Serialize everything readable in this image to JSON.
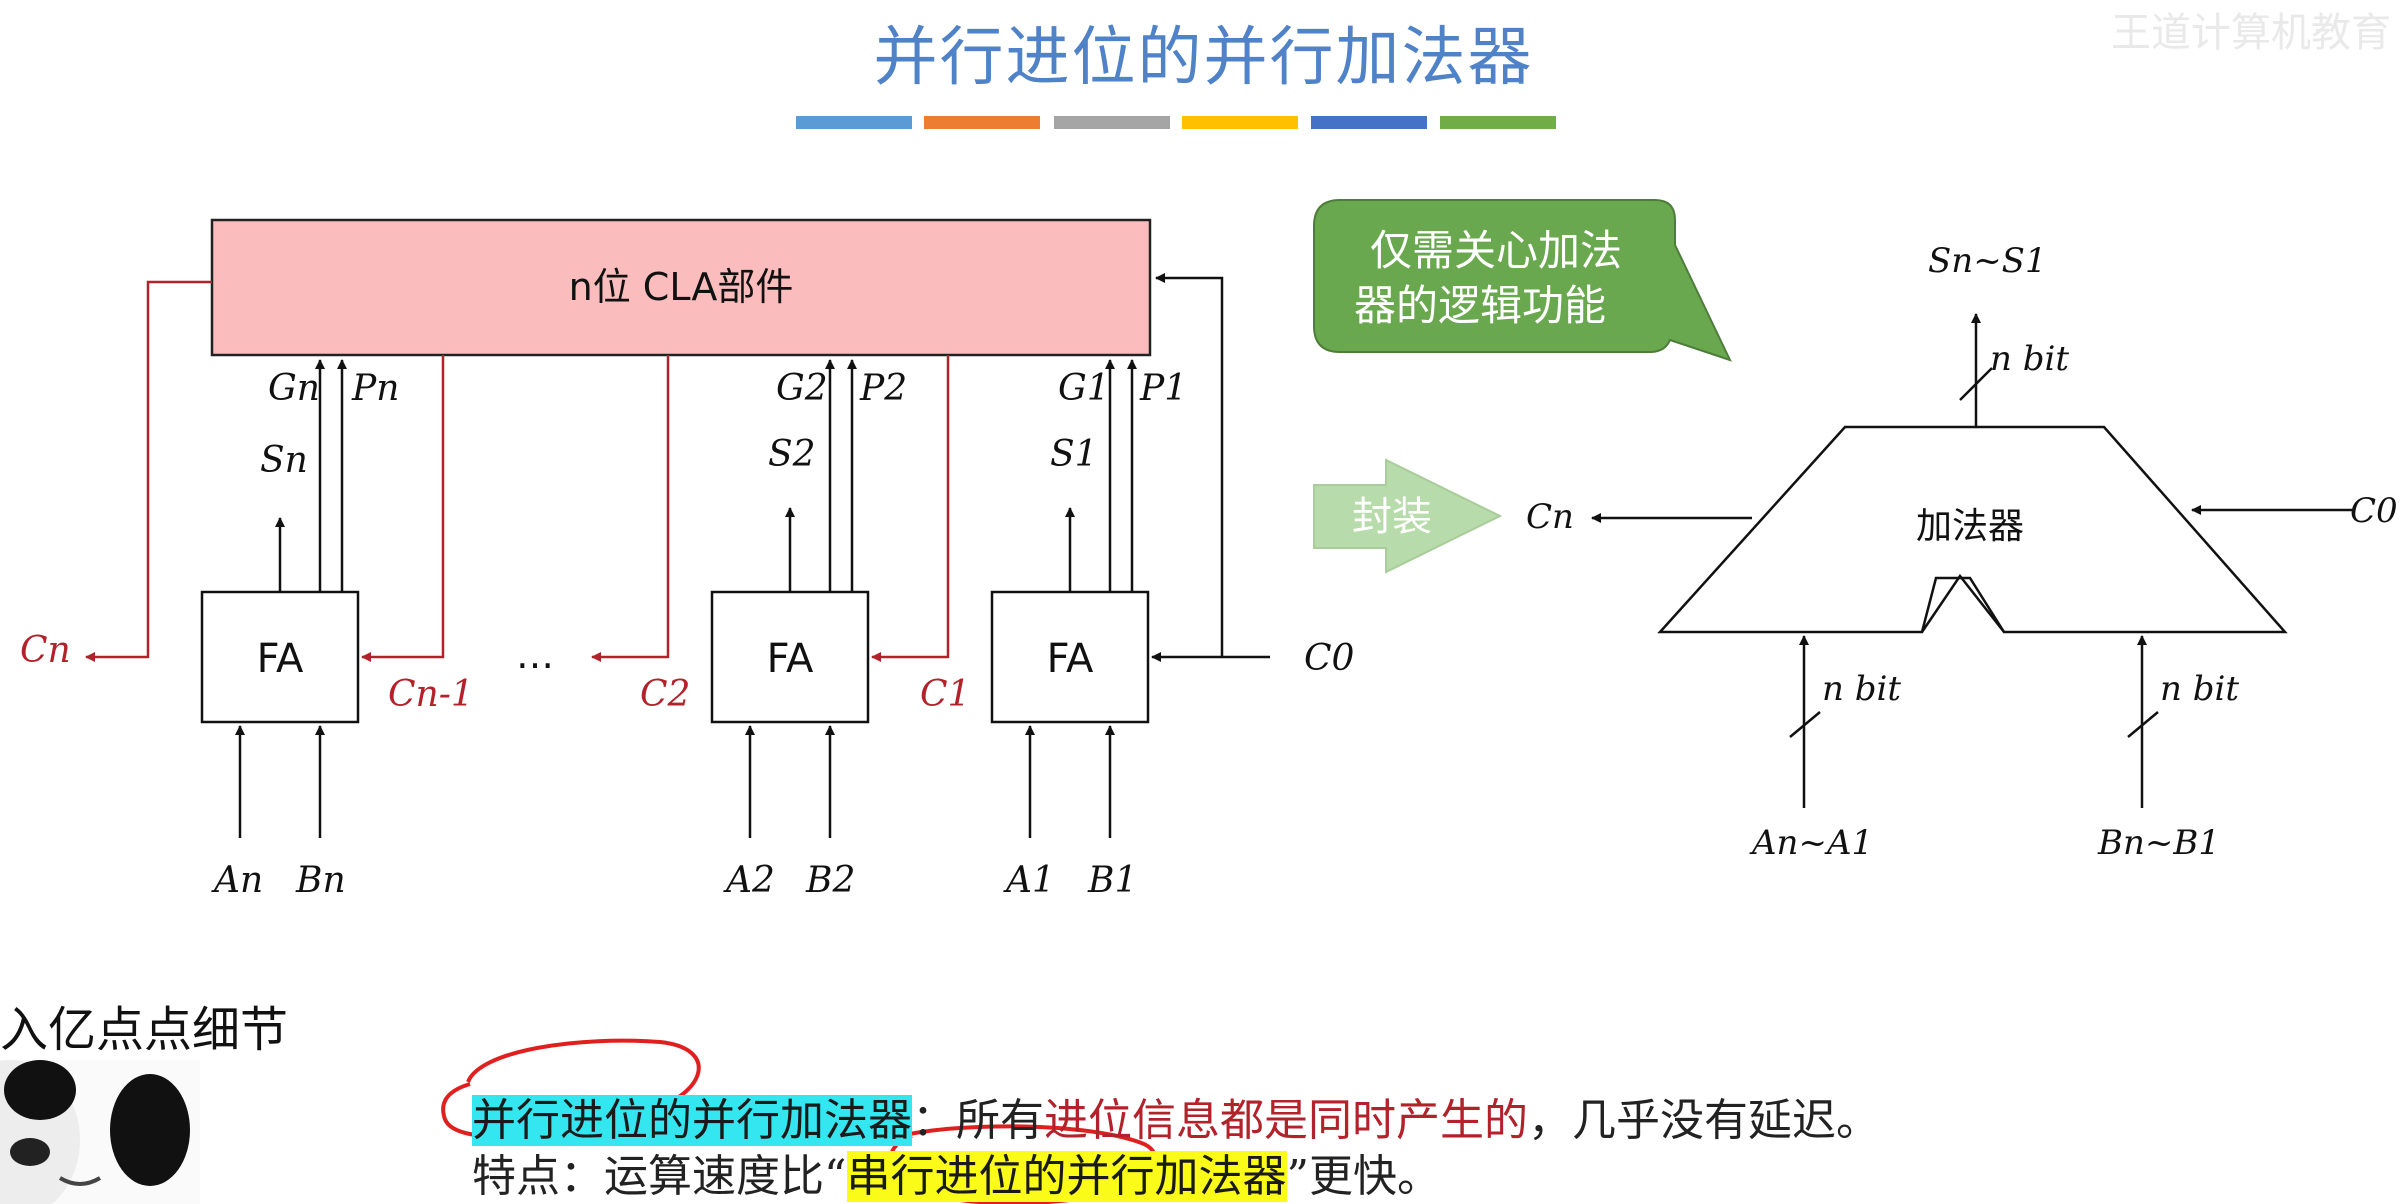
{
  "title": "并行进位的并行加法器",
  "watermark": "王道计算机教育",
  "stripes": [
    {
      "color": "#5b9bd5"
    },
    {
      "color": "#ed7d31"
    },
    {
      "color": "#a5a5a5"
    },
    {
      "color": "#ffc000"
    },
    {
      "color": "#4472c4"
    },
    {
      "color": "#70ad47"
    }
  ],
  "left_diagram": {
    "cla_label": "n位 CLA部件",
    "fa_label": "FA",
    "ellipsis": "…",
    "out_carry": "Cn",
    "c0": "C0",
    "blocks": [
      {
        "G": "Gn",
        "P": "Pn",
        "S": "Sn",
        "A": "An",
        "B": "Bn",
        "carry_in": "Cn-1"
      },
      {
        "G": "G2",
        "P": "P2",
        "S": "S2",
        "A": "A2",
        "B": "B2",
        "carry_in": "C1",
        "carry_out": "C2"
      },
      {
        "G": "G1",
        "P": "P1",
        "S": "S1",
        "A": "A1",
        "B": "B1"
      }
    ]
  },
  "callout": {
    "line1": "仅需关心加法",
    "line2": "器的逻辑功能"
  },
  "encapsulate_label": "封装",
  "right_diagram": {
    "adder_label": "加法器",
    "cn": "Cn",
    "c0": "C0",
    "bus_label": "n bit",
    "output": "Sn~S1",
    "input_a": "An~A1",
    "input_b": "Bn~B1"
  },
  "side_caption": "入亿点点细节",
  "notes": {
    "line1_highlight": "并行进位的并行加法器",
    "line1_colon": "：所有",
    "line1_red1": "进位信息都是",
    "line1_red2": "同时产生的",
    "line1_tail": "，几乎没有延迟。",
    "line2_prefix": "特点：运算速度比“",
    "line2_highlight": "串行进位的并行加法器",
    "line2_suffix": "”更快。"
  }
}
